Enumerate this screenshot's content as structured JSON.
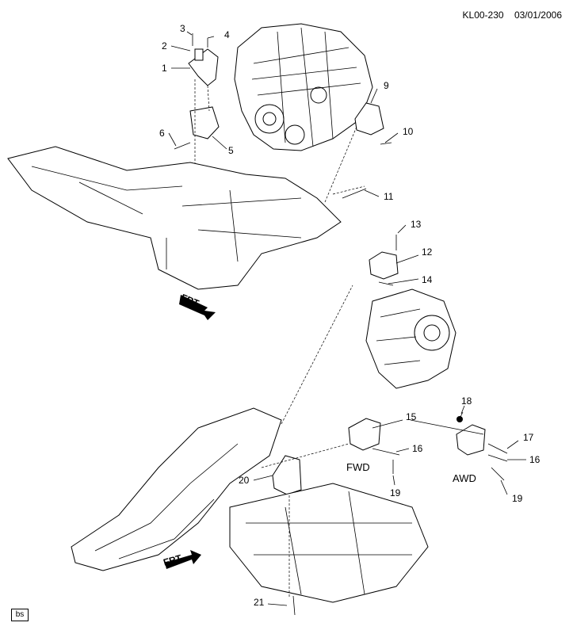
{
  "header": {
    "code": "KL00-230",
    "date": "03/01/2006"
  },
  "badge": "bs",
  "frt_label": "FRT",
  "labels": {
    "fwd": "FWD",
    "awd": "AWD"
  },
  "callouts": [
    "1",
    "2",
    "3",
    "4",
    "5",
    "6",
    "9",
    "10",
    "11",
    "12",
    "13",
    "14",
    "15",
    "16",
    "17",
    "16",
    "18",
    "19",
    "19",
    "20",
    "21"
  ]
}
